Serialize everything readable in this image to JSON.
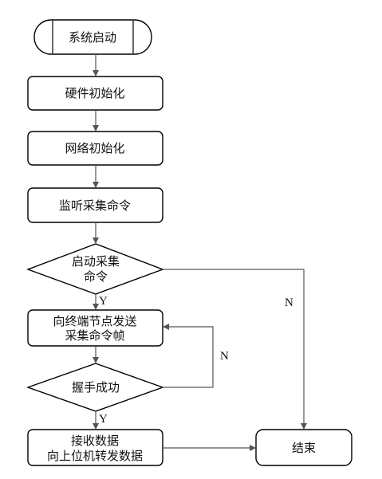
{
  "nodes": {
    "start": "系统启动",
    "hw_init": "硬件初始化",
    "net_init": "网络初始化",
    "listen": "监听采集命令",
    "start_check_l1": "启动采集",
    "start_check_l2": "命令",
    "send_l1": "向终端节点发送",
    "send_l2": "采集命令帧",
    "handshake": "握手成功",
    "recv_l1": "接收数据",
    "recv_l2": "向上位机转发数据",
    "end": "结束"
  },
  "edge_labels": {
    "start_yes": "Y",
    "start_no": "N",
    "handshake_no": "N",
    "handshake_yes": "Y"
  }
}
